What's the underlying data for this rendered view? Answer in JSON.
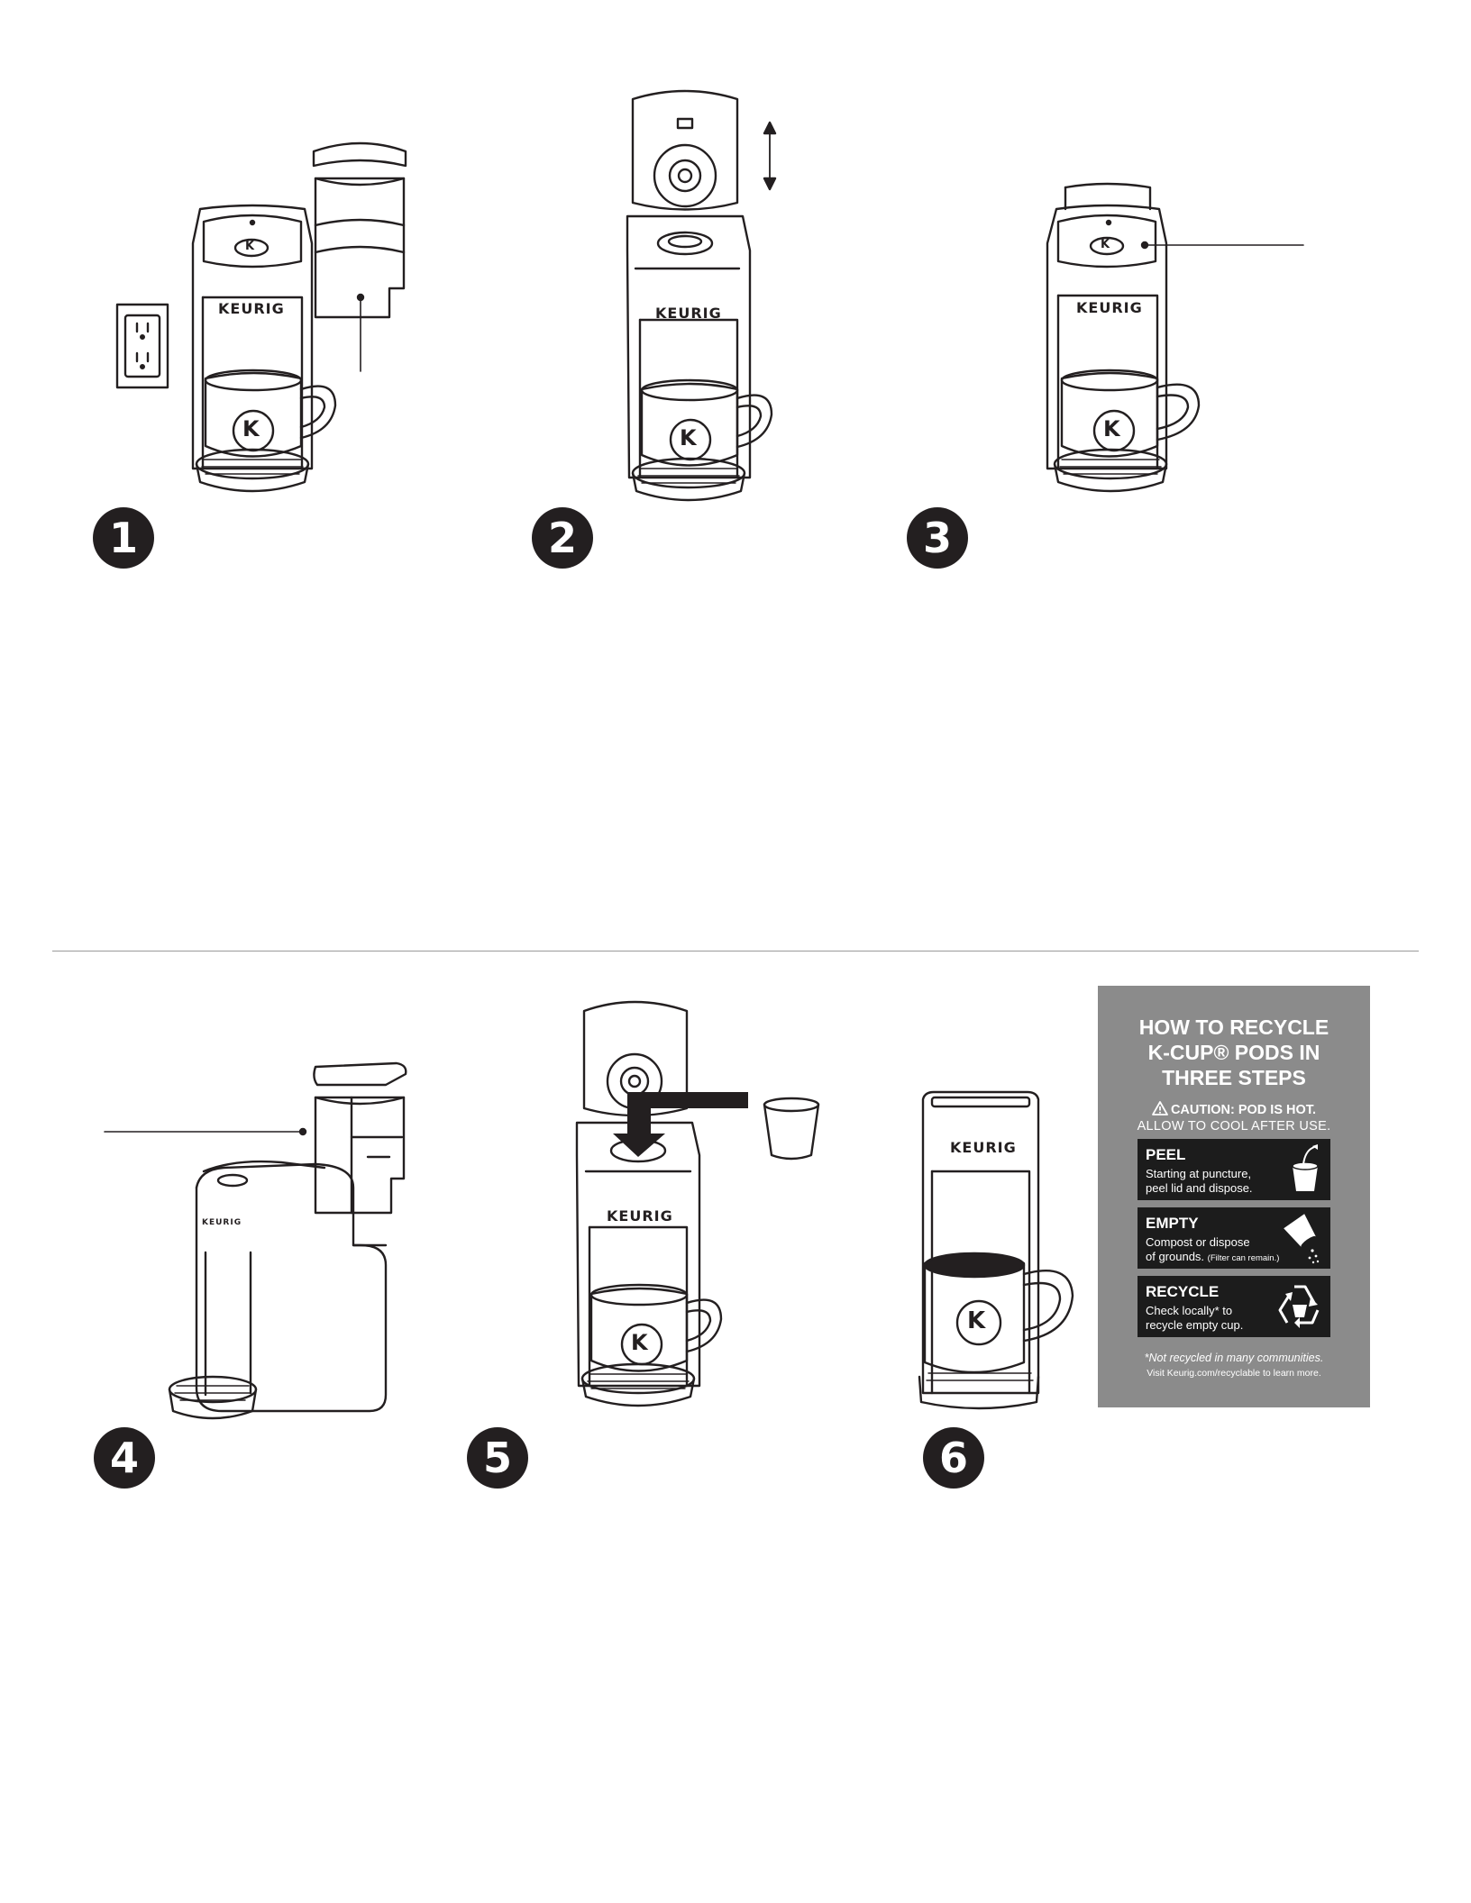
{
  "brand": {
    "name": "KEURIG",
    "mark": "K"
  },
  "steps": [
    {
      "number": "1"
    },
    {
      "number": "2"
    },
    {
      "number": "3"
    },
    {
      "number": "4"
    },
    {
      "number": "5"
    },
    {
      "number": "6"
    }
  ],
  "recycle_panel": {
    "title_lines": [
      "HOW TO RECYCLE",
      "K-CUP® PODS IN",
      "THREE STEPS"
    ],
    "caution": "CAUTION: POD IS HOT.",
    "allow": "ALLOW TO COOL AFTER USE.",
    "items": [
      {
        "title": "PEEL",
        "lines": [
          "Starting at puncture,",
          "peel lid and dispose."
        ],
        "icon": "peel-pod-icon"
      },
      {
        "title": "EMPTY",
        "lines": [
          "Compost or dispose",
          "of grounds."
        ],
        "note": "(Filter can remain.)",
        "icon": "empty-pod-icon"
      },
      {
        "title": "RECYCLE",
        "lines": [
          "Check locally* to",
          "recycle empty cup."
        ],
        "icon": "recycle-icon"
      }
    ],
    "footnote": "*Not recycled in many communities.",
    "learn_more": "Visit Keurig.com/recyclable to learn more."
  },
  "colors": {
    "ink": "#231f20",
    "panel": "#8b8b8b",
    "panel_box": "#1c1c1c"
  }
}
